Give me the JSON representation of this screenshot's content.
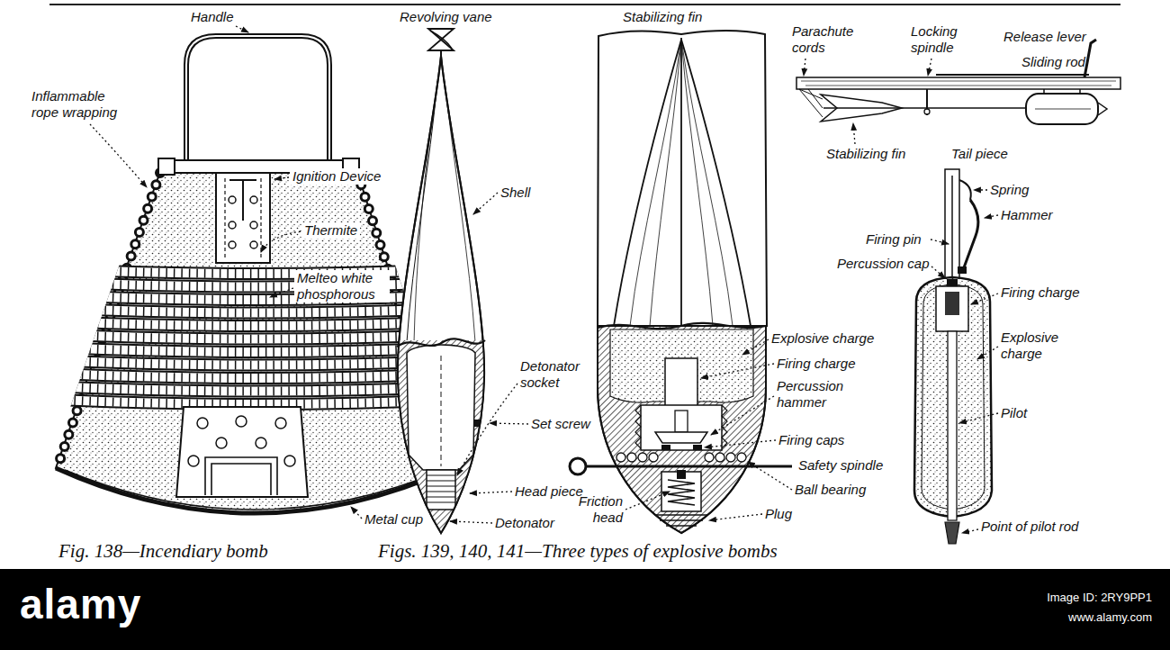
{
  "diagram": {
    "labels": [
      "Handle",
      "Inflammable rope wrapping",
      "Ignition Device",
      "Thermite",
      "Melteo white phosphorous",
      "Metal cup",
      "Revolving vane",
      "Shell",
      "Detonator socket",
      "Set screw",
      "Head piece",
      "Detonator",
      "Stabilizing fin",
      "Explosive charge",
      "Firing charge",
      "Percussion hammer",
      "Firing caps",
      "Safety spindle",
      "Ball bearing",
      "Friction head",
      "Plug",
      "Parachute cords",
      "Locking spindle",
      "Release lever",
      "Sliding rod",
      "Stabilizing fin",
      "Tail piece",
      "Spring",
      "Hammer",
      "Firing pin",
      "Percussion cap",
      "Firing charge",
      "Explosive charge",
      "Pilot",
      "Point of pilot rod",
      "Fig. 138—Incendiary bomb",
      "Figs. 139, 140, 141—Three types of explosive bombs",
      "alamy",
      "Image ID: 2RY9PP1",
      "www.alamy.com"
    ]
  }
}
